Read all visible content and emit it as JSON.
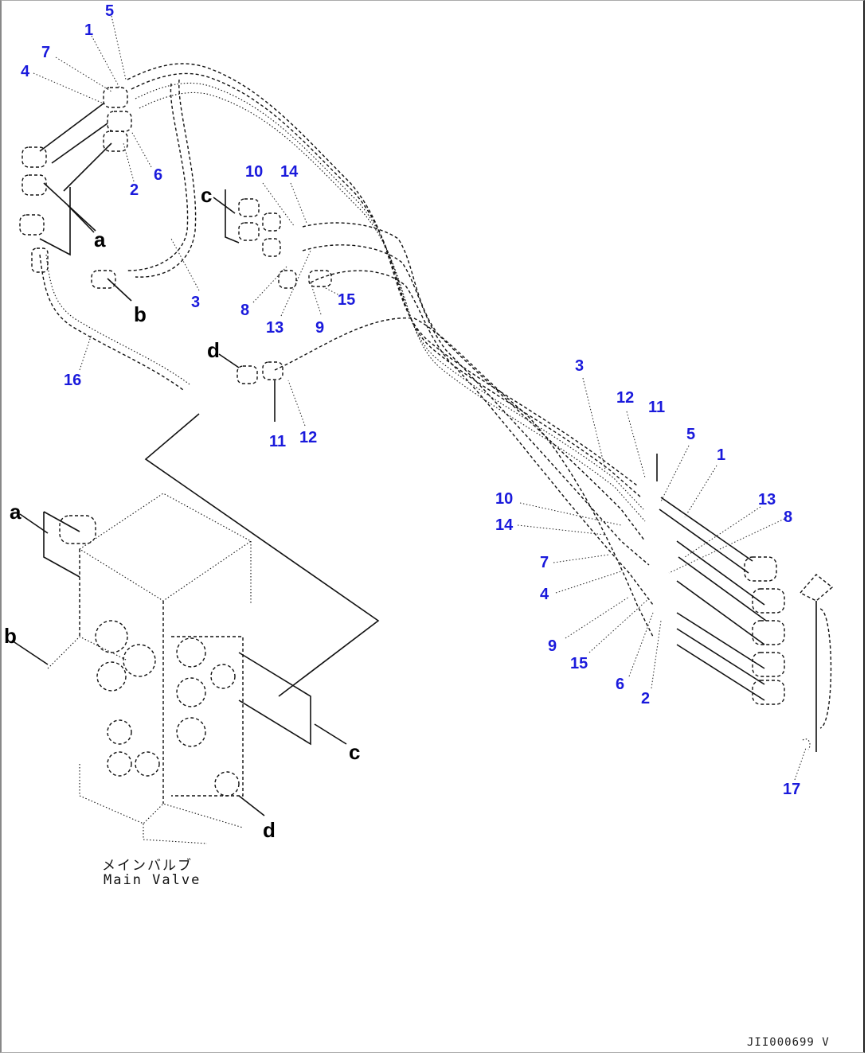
{
  "diagram": {
    "caption_jp": "メインバルブ",
    "caption_en": "Main Valve",
    "drawing_id": "JII000699  V",
    "callout_color": "#1a1adc",
    "callouts_top_left": [
      {
        "id": "5",
        "label": "5"
      },
      {
        "id": "1",
        "label": "1"
      },
      {
        "id": "7",
        "label": "7"
      },
      {
        "id": "4",
        "label": "4"
      },
      {
        "id": "6",
        "label": "6"
      },
      {
        "id": "2",
        "label": "2"
      },
      {
        "id": "3",
        "label": "3"
      },
      {
        "id": "16",
        "label": "16"
      }
    ],
    "callouts_center": [
      {
        "id": "10",
        "label": "10"
      },
      {
        "id": "14",
        "label": "14"
      },
      {
        "id": "8",
        "label": "8"
      },
      {
        "id": "13",
        "label": "13"
      },
      {
        "id": "9",
        "label": "9"
      },
      {
        "id": "15",
        "label": "15"
      },
      {
        "id": "11",
        "label": "11"
      },
      {
        "id": "12",
        "label": "12"
      }
    ],
    "callouts_right": [
      {
        "id": "3",
        "label": "3"
      },
      {
        "id": "12",
        "label": "12"
      },
      {
        "id": "11",
        "label": "11"
      },
      {
        "id": "5",
        "label": "5"
      },
      {
        "id": "1",
        "label": "1"
      },
      {
        "id": "13",
        "label": "13"
      },
      {
        "id": "8",
        "label": "8"
      },
      {
        "id": "10",
        "label": "10"
      },
      {
        "id": "14",
        "label": "14"
      },
      {
        "id": "7",
        "label": "7"
      },
      {
        "id": "4",
        "label": "4"
      },
      {
        "id": "9",
        "label": "9"
      },
      {
        "id": "15",
        "label": "15"
      },
      {
        "id": "6",
        "label": "6"
      },
      {
        "id": "2",
        "label": "2"
      },
      {
        "id": "17",
        "label": "17"
      }
    ],
    "references": {
      "a_top": "a",
      "b_top": "b",
      "c_top": "c",
      "d_top": "d",
      "a_valve": "a",
      "b_valve": "b",
      "c_valve": "c",
      "d_valve": "d"
    }
  }
}
